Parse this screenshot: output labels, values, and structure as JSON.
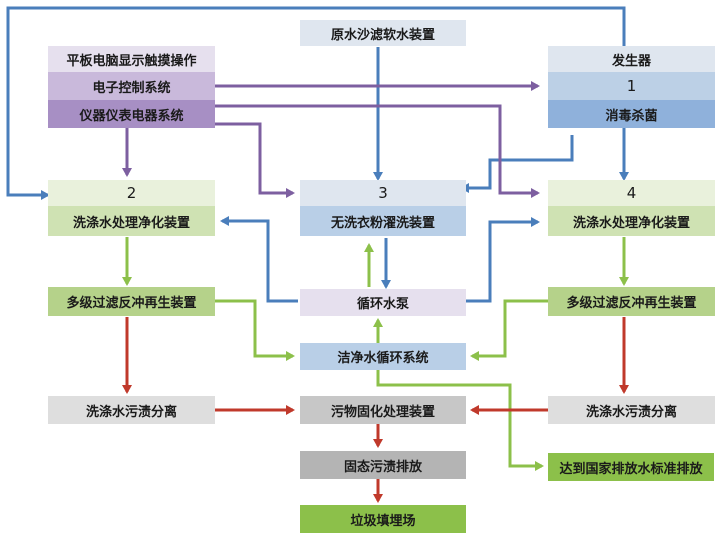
{
  "title": "",
  "boxes": {
    "raw_water": "原水沙滤软水装置",
    "panel_touch": "平板电脑显示触摸操作",
    "electronic_control": "电子控制系统",
    "instrument_system": "仪器仪表电器系统",
    "generator": "发生器",
    "generator_number": "1",
    "disinfection": "消毒杀菌",
    "left_number": "2",
    "left_wash_purify": "洗涤水处理净化装置",
    "center_number": "3",
    "center_washer": "无洗衣粉濯洗装置",
    "right_number": "4",
    "right_wash_purify": "洗涤水处理净化装置",
    "circulation_pump": "循环水泵",
    "left_multifilter": "多级过滤反冲再生装置",
    "right_multifilter": "多级过滤反冲再生装置",
    "clean_water_cycle": "洁净水循环系统",
    "left_separation": "洗涤水污渍分离",
    "right_separation": "洗涤水污渍分离",
    "sludge_solidify": "污物固化处理装置",
    "solid_discharge": "固态污渍排放",
    "landfill": "垃圾填埋场",
    "national_standard": "达到国家排放水标准排放"
  },
  "colors": {
    "blue_arrow": "#4a7ebb",
    "purple_arrow": "#7d5fa0",
    "green_arrow": "#8cc04a",
    "red_arrow": "#c0392b"
  }
}
